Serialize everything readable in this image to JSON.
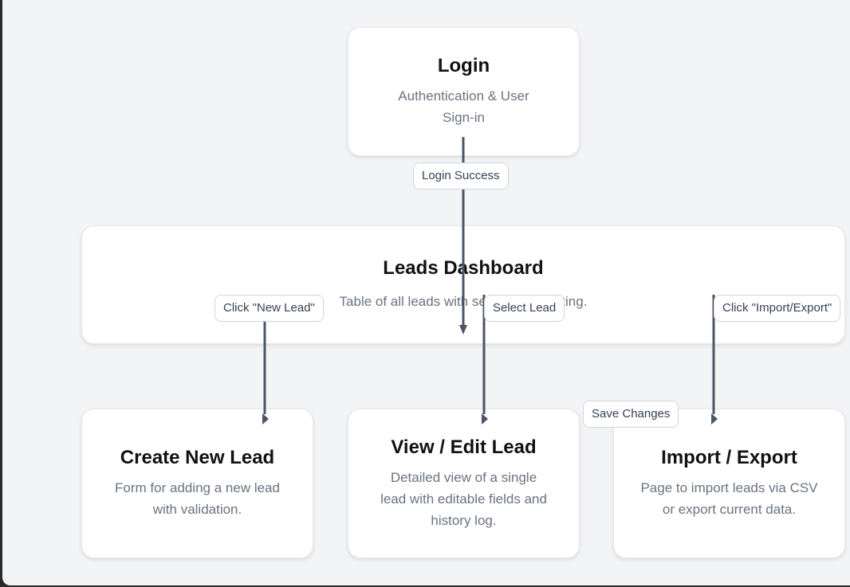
{
  "nodes": {
    "login": {
      "title": "Login",
      "description": "Authentication & User Sign-in"
    },
    "dashboard": {
      "title": "Leads Dashboard",
      "description": "Table of all leads with search and sorting."
    },
    "create": {
      "title": "Create New Lead",
      "description": "Form for adding a new lead with validation."
    },
    "view_edit": {
      "title": "View / Edit Lead",
      "description": "Detailed view of a single lead with editable fields and history log."
    },
    "import_export": {
      "title": "Import / Export",
      "description": "Page to import leads via CSV or export current data."
    }
  },
  "edges": {
    "login_success": "Login Success",
    "new_lead": "Click \"New Lead\"",
    "select_lead": "Select Lead",
    "import_export": "Click \"Import/Export\"",
    "save_changes": "Save Changes"
  },
  "colors": {
    "edge_stroke": "#4b5563",
    "background": "#f3f4f6",
    "node_fill": "#ffffff"
  }
}
